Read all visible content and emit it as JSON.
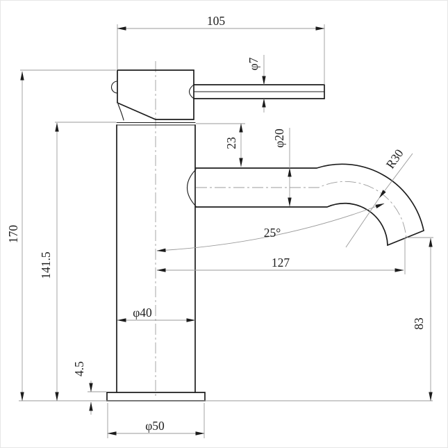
{
  "colors": {
    "outline": "#1c1c1c",
    "dimension_lines": "#9a9a9a",
    "centerlines": "#9b9b9b",
    "text": "#1f1f1f",
    "background": "#ffffff"
  },
  "dimensions": {
    "handle_length": "105",
    "handle_lever_diameter": "φ7",
    "spout_top_offset": "23",
    "spout_diameter": "φ20",
    "spout_bend_radius": "R30",
    "outlet_angle": "25°",
    "spout_reach": "127",
    "total_height": "170",
    "body_height": "141.5",
    "body_diameter": "φ40",
    "outlet_height": "83",
    "base_plate_height": "4.5",
    "base_diameter": "φ50"
  }
}
